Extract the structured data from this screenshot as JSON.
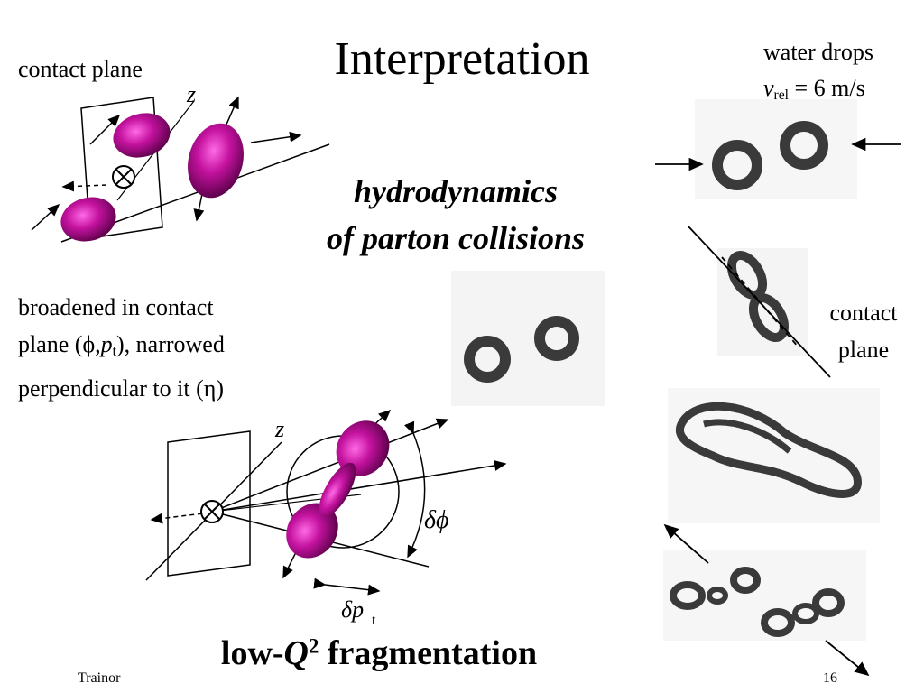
{
  "slide": {
    "title": "Interpretation",
    "contact_plane_top_label": "contact plane",
    "water_drops": {
      "line1": "water drops",
      "v_symbol": "v",
      "v_subscript": "rel",
      "v_value": " = 6 m/s"
    },
    "hydro_line1": "hydrodynamics",
    "hydro_line2": "of parton collisions",
    "broadened": {
      "line1": "broadened in contact",
      "line2_a": "plane (",
      "line2_phi": "ϕ",
      "line2_comma": ",",
      "line2_p": "p",
      "line2_t": "t",
      "line2_b": "), narrowed",
      "line3": "perpendicular to it (η)"
    },
    "contact_plane_right_line1": "contact",
    "contact_plane_right_line2": "plane",
    "bottom_heading": {
      "prefix": "low-",
      "q": "Q",
      "sup": "2",
      "suffix": " fragmentation"
    },
    "footer_author": "Trainor",
    "page_number": "16"
  },
  "diagram_labels": {
    "z_top": "z",
    "z_bottom": "z",
    "delta_phi": "δϕ",
    "delta_pt": "δp",
    "delta_pt_sub": "t"
  },
  "colors": {
    "ellipsoid": "#b0108f",
    "ellipsoid_highlight": "#ff5fe0",
    "drop_ink": "#3a3a3a"
  }
}
